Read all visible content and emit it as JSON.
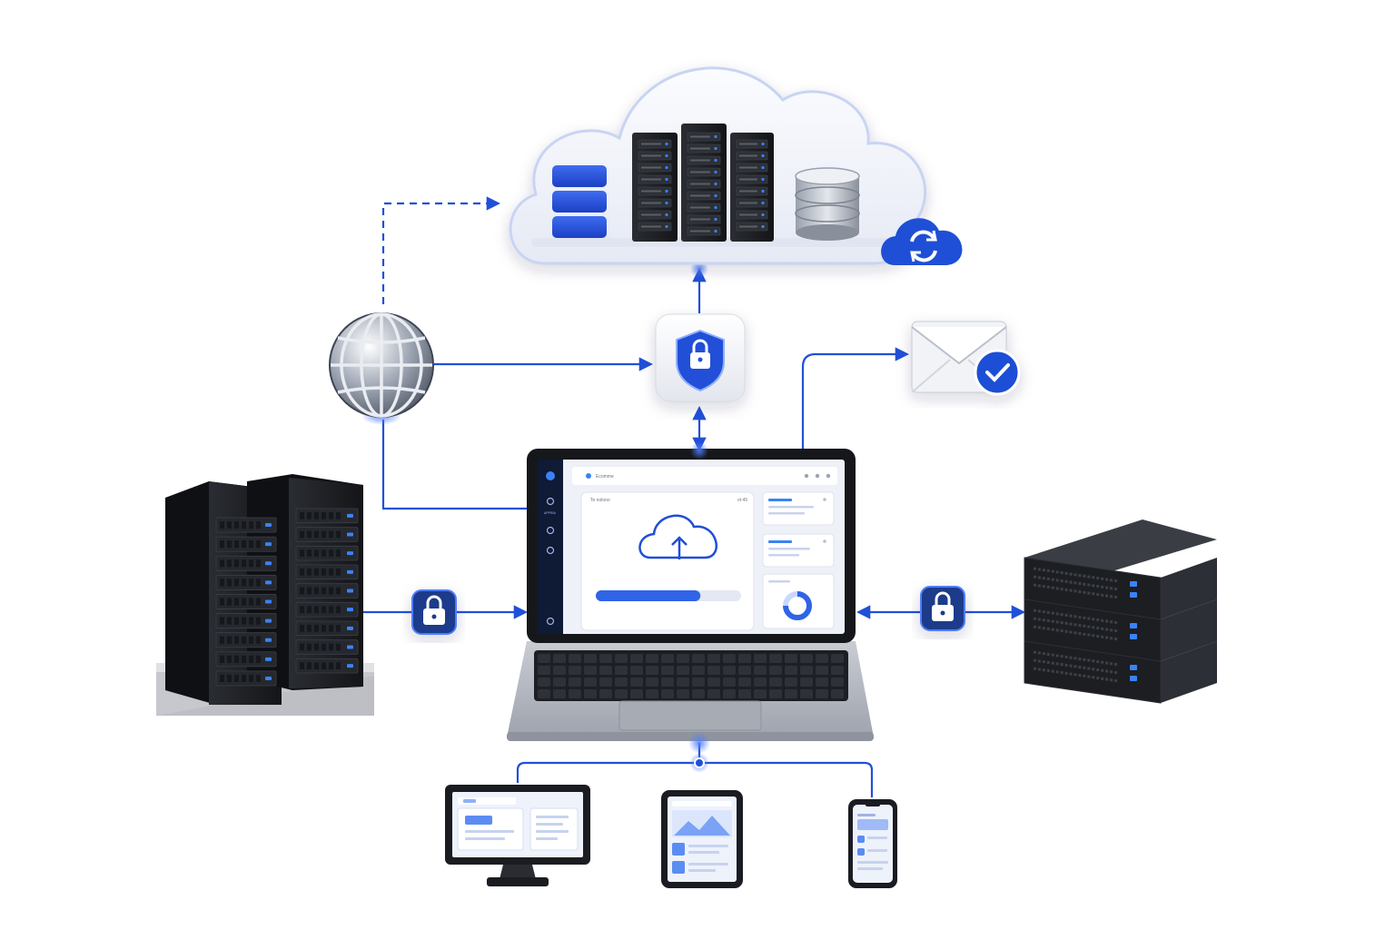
{
  "laptop_screen": {
    "app_title": "Ecomme",
    "panel_caption": "Te nolono",
    "panel_meta": "ol·45",
    "sidebar_active": "APPRIA",
    "upload_progress": 0.72
  },
  "colors": {
    "accent": "#1f4fd6",
    "connector": "#2150d8",
    "rack": "#1c1e22",
    "rack_led": "#3b82f6",
    "cloud_fill": "#f3f5fb",
    "badge": "#1e3a8a"
  },
  "icons": [
    "cloud-icon",
    "server-rack-icon",
    "database-icon",
    "storage-stack-icon",
    "cloud-sync-icon",
    "globe-icon",
    "shield-lock-icon",
    "email-check-icon",
    "lock-icon",
    "laptop-icon",
    "cloud-upload-icon",
    "monitor-icon",
    "tablet-icon",
    "phone-icon"
  ]
}
